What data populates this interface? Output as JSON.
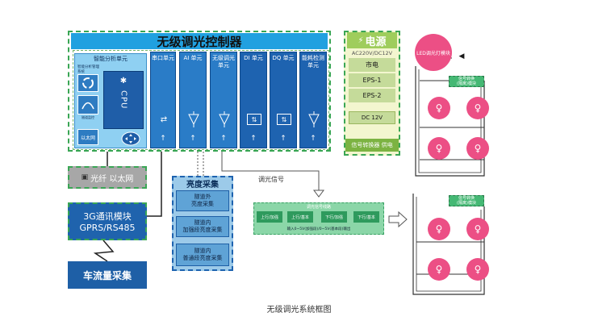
{
  "title": "无级调光控制器",
  "analysis_unit": {
    "label": "智能分析单元",
    "sub": "智能分析管理系统",
    "cpu": "CPU",
    "icon_labels": [
      "隧道监控",
      "以太网"
    ]
  },
  "units": [
    {
      "label": "串口单元"
    },
    {
      "label": "AI 单元"
    },
    {
      "label": "无级调光\n单元"
    },
    {
      "label": "DI 单元"
    },
    {
      "label": "DQ 单元"
    },
    {
      "label": "能耗检测\n单元"
    }
  ],
  "power": {
    "title": "电源",
    "spec": "AC220V/DC12V",
    "items": [
      "市电",
      "EPS-1",
      "EPS-2"
    ],
    "dc": "DC  12V",
    "converter": "信号转换器 供电"
  },
  "fiber_label": "光纤 以太网",
  "threeg": {
    "line1": "3G通讯模块",
    "line2": "GPRS/RS485"
  },
  "traffic_label": "车流量采集",
  "brightness": {
    "title": "亮度采集",
    "items": [
      "隧道外\n亮度采集",
      "隧道内\n加强段亮度采集",
      "隧道内\n普通段亮度采集"
    ]
  },
  "dim_signal_label": "调光信号",
  "dim_bus": {
    "title": "调光信号线路",
    "cells": [
      "上行/加强",
      "上行/基本",
      "下行/加强",
      "下行/基本"
    ],
    "note": "输入0~5V(加强段)/0~5V(基本段)输出"
  },
  "led_label": "LED调光灯模块",
  "converter_label": "信号转换\n(隔离)模块",
  "caption": "无级调光系统框图",
  "colors": {
    "accent_blue": "#1e63b0",
    "title_blue": "#21a0e0",
    "green": "#3aa655",
    "lamp_pink": "#ec4f85"
  }
}
